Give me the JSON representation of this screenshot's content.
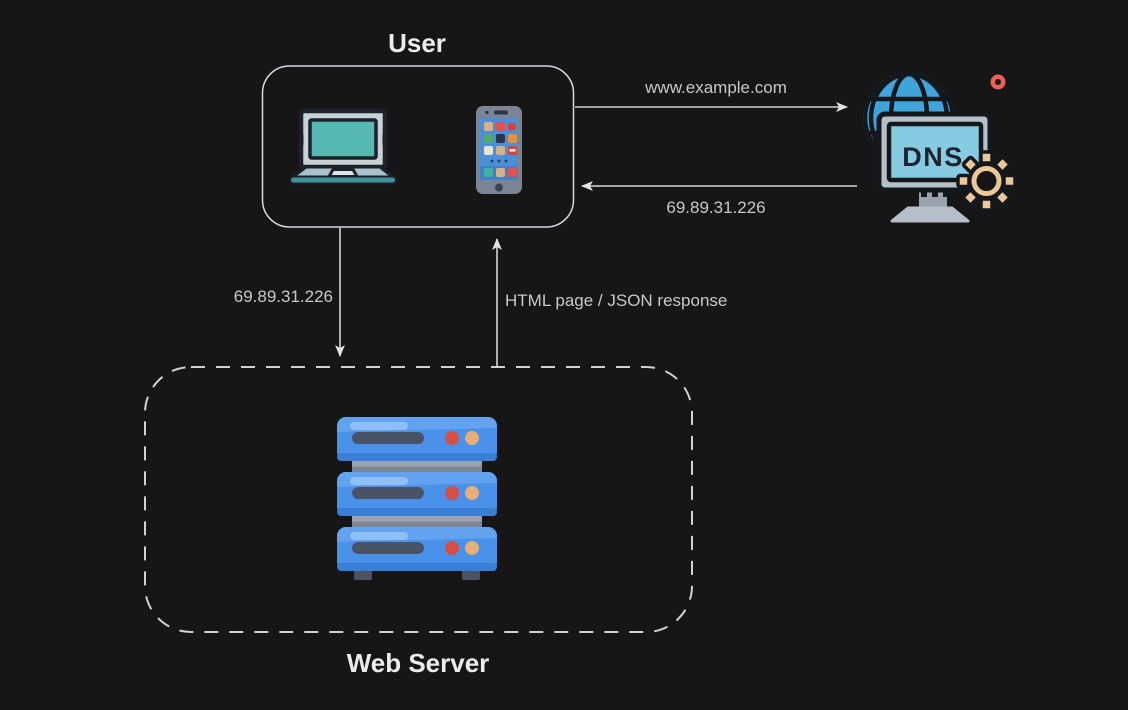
{
  "diagram": {
    "description": "DNS resolution flow diagram",
    "nodes": {
      "user": {
        "title": "User"
      },
      "web_server": {
        "title": "Web Server"
      },
      "dns": {
        "monitor_text": "DNS"
      }
    },
    "edges": {
      "user_to_dns": {
        "label": "www.example.com"
      },
      "dns_to_user": {
        "label": "69.89.31.226"
      },
      "user_to_server": {
        "label": "69.89.31.226"
      },
      "server_to_user": {
        "label": "HTML page / JSON response"
      }
    },
    "icons": [
      "laptop-icon",
      "smartphone-icon",
      "dns-globe-monitor-gear-icon",
      "notification-dot-icon",
      "server-rack-icon"
    ],
    "palette": {
      "background": "#161616",
      "line_color": "#d4d4d4",
      "label_text": "#c8c8c8",
      "title_text": "#ececec",
      "box_border": "#d6d9dd",
      "server_blue": "#4a91ea",
      "globe_blue": "#3ea4da",
      "screen_blue": "#87cbe3",
      "screen_teal": "#56b9b1",
      "gear_tan": "#edc897",
      "alert_red": "#ef5f55"
    }
  }
}
